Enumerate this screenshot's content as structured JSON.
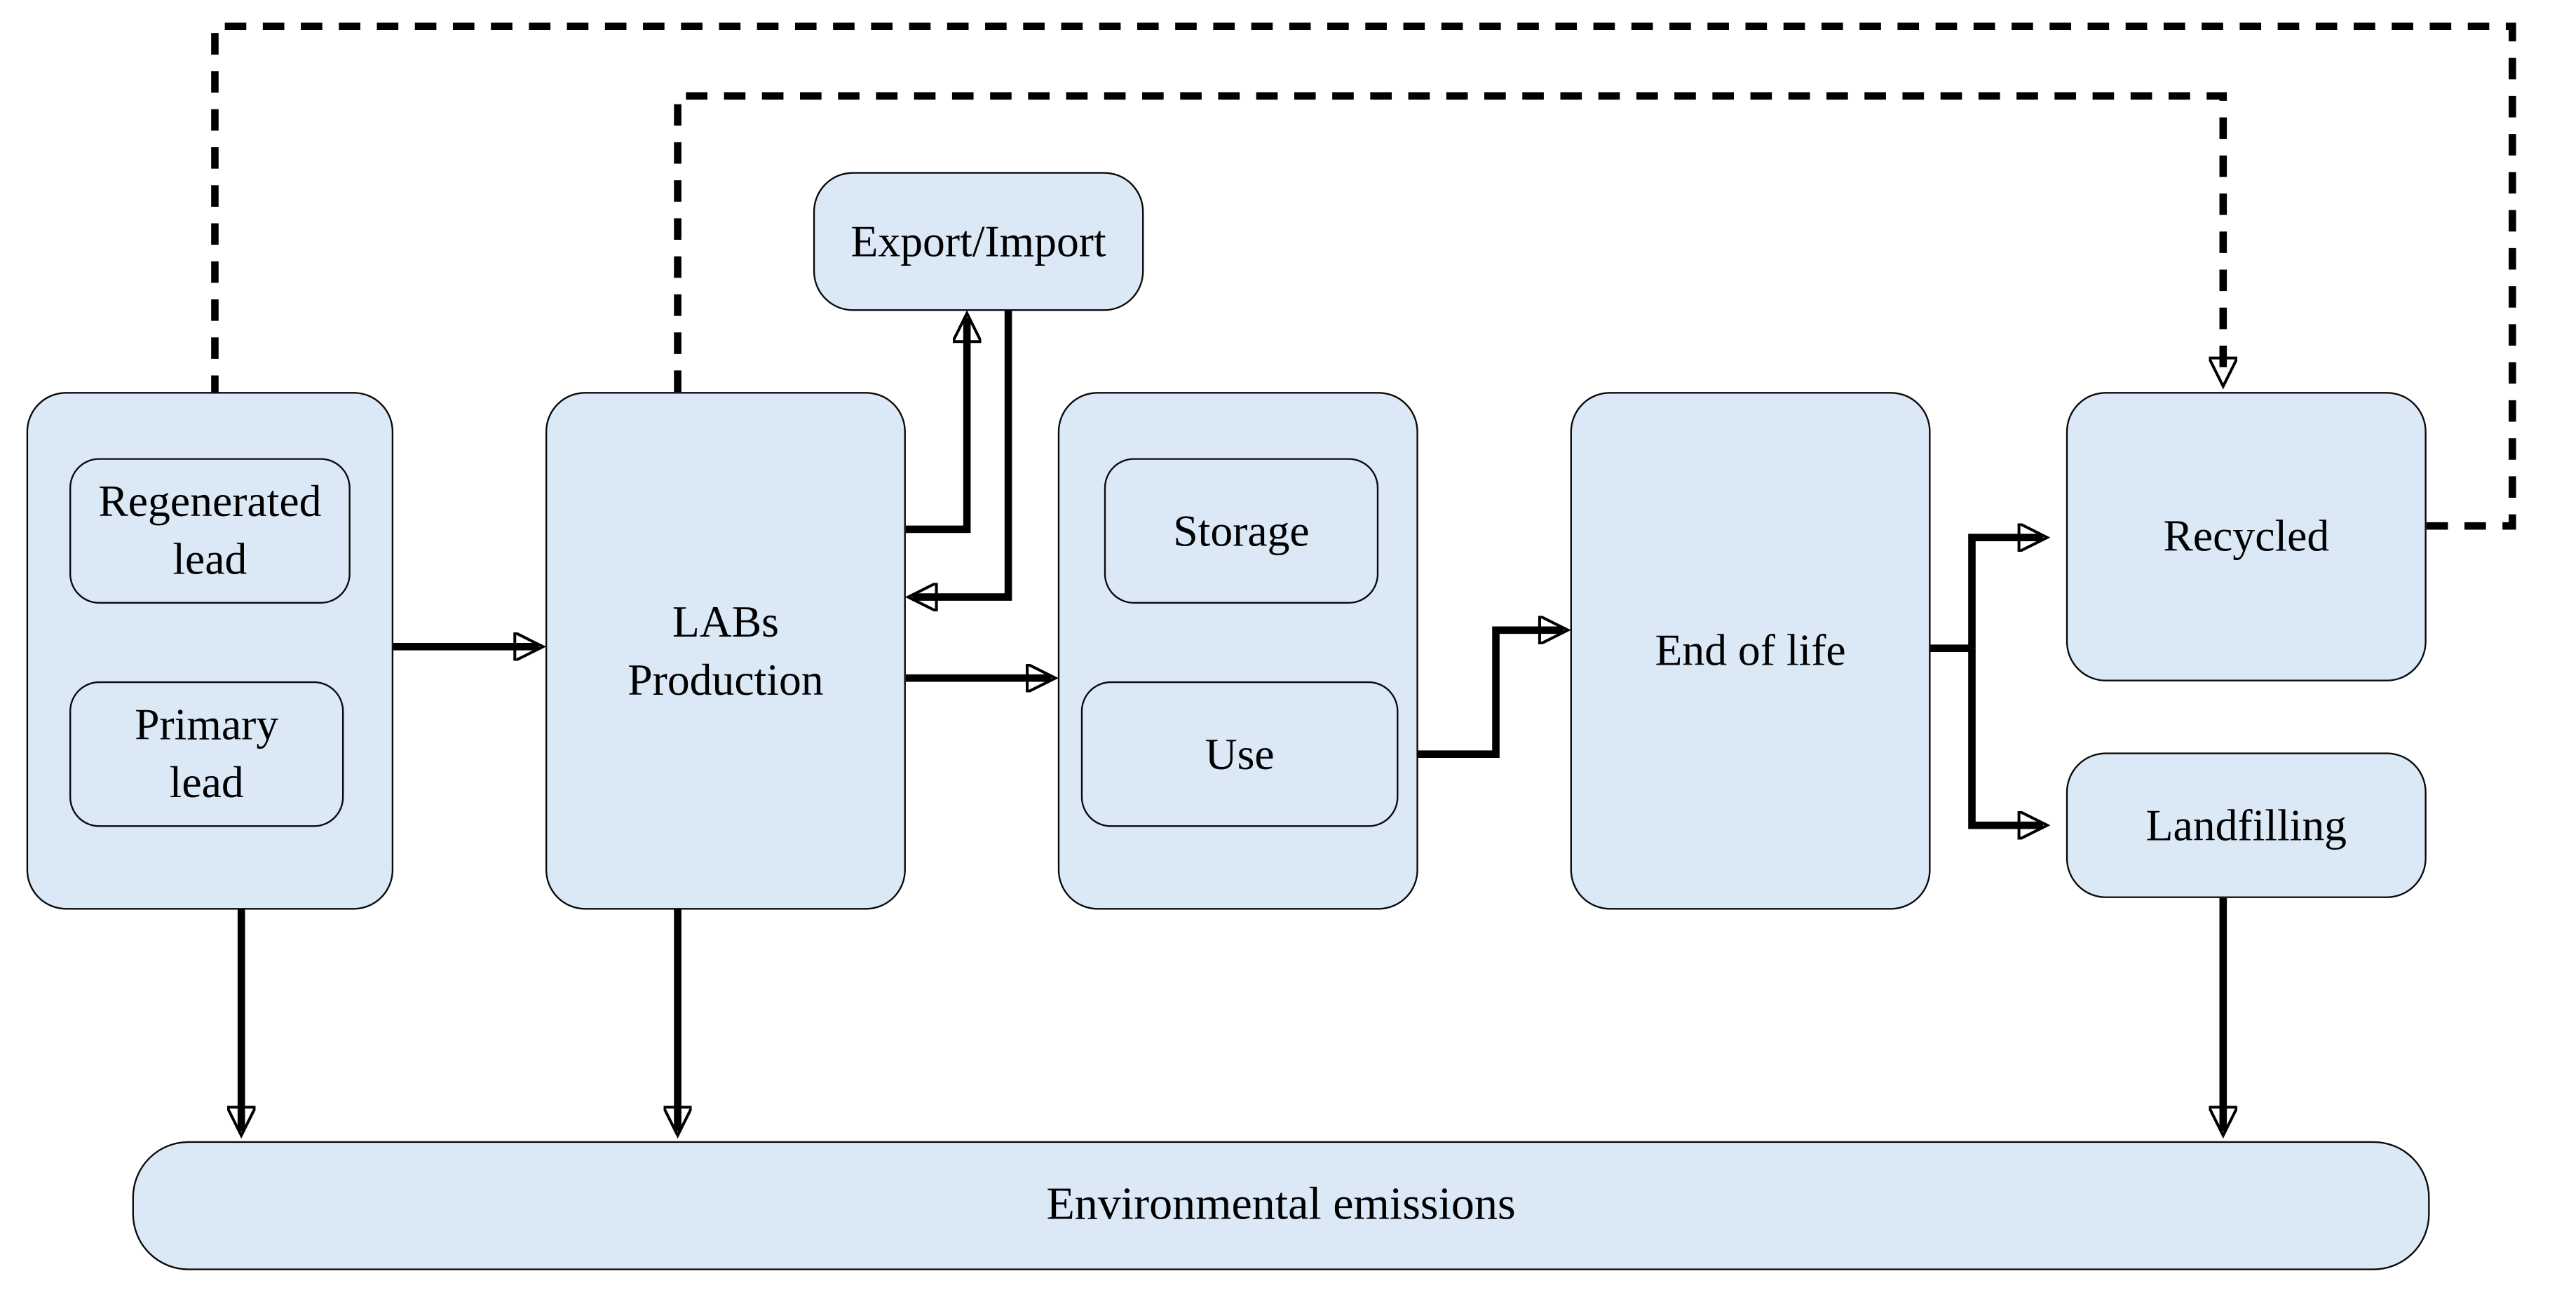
{
  "colors": {
    "node_fill": "#dbe8f6",
    "node_border": "#0a0a0a",
    "connector": "#000000",
    "background": "#ffffff"
  },
  "nodes": {
    "lead_sources": {
      "regenerated": "Regenerated\nlead",
      "primary": "Primary\nlead"
    },
    "labs_production": "LABs\nProduction",
    "export_import": "Export/Import",
    "storage_use": {
      "storage": "Storage",
      "use": "Use"
    },
    "end_of_life": "End of life",
    "recycled": "Recycled",
    "landfilling": "Landfilling",
    "environmental_emissions": "Environmental emissions"
  },
  "edges": [
    {
      "from": "lead_sources",
      "to": "labs_production",
      "style": "solid"
    },
    {
      "from": "labs_production",
      "to": "export_import",
      "style": "solid"
    },
    {
      "from": "export_import",
      "to": "labs_production",
      "style": "solid"
    },
    {
      "from": "labs_production",
      "to": "storage_use",
      "style": "solid"
    },
    {
      "from": "use",
      "to": "end_of_life",
      "style": "solid"
    },
    {
      "from": "end_of_life",
      "to": "recycled",
      "style": "solid"
    },
    {
      "from": "end_of_life",
      "to": "landfilling",
      "style": "solid"
    },
    {
      "from": "lead_sources",
      "to": "environmental_emissions",
      "style": "solid"
    },
    {
      "from": "labs_production",
      "to": "environmental_emissions",
      "style": "solid"
    },
    {
      "from": "landfilling",
      "to": "environmental_emissions",
      "style": "solid"
    },
    {
      "from": "recycled",
      "to": "regenerated_lead",
      "style": "dashed"
    },
    {
      "from": "labs_production",
      "to": "recycled",
      "style": "dashed"
    }
  ]
}
